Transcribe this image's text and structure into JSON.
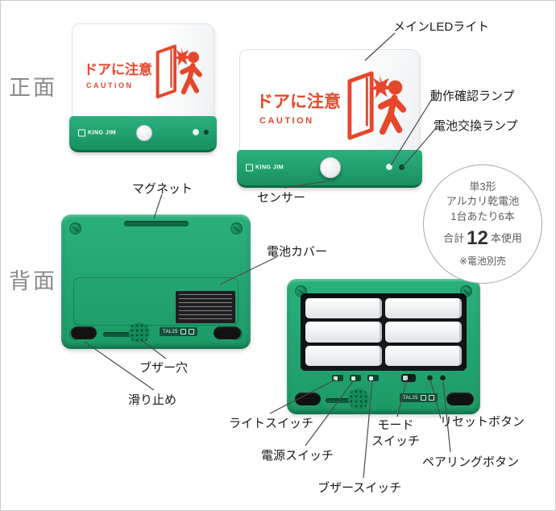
{
  "sections": {
    "front": "正面",
    "back": "背面"
  },
  "device": {
    "brand": "KING JIM",
    "caution_jp": "ドアに注意",
    "caution_en": "CAUTION",
    "model": "TAL25"
  },
  "callouts": {
    "main_led": "メインLEDライト",
    "operation_lamp": "動作確認ランプ",
    "battery_lamp": "電池交換ランプ",
    "sensor": "センサー",
    "magnet": "マグネット",
    "battery_cover": "電池カバー",
    "buzzer_hole": "ブザー穴",
    "anti_slip": "滑り止め",
    "light_switch": "ライトスイッチ",
    "power_switch": "電源スイッチ",
    "buzzer_switch": "ブザースイッチ",
    "mode_switch": "モード\nスイッチ",
    "reset_button": "リセットボタン",
    "pairing_button": "ペアリングボタン"
  },
  "battery_note": {
    "size": "単3形",
    "type": "アルカリ乾電池",
    "per_unit": "1台あたり6本",
    "total_prefix": "合計",
    "total_number": "12",
    "total_suffix": "本使用",
    "note": "※電池別売"
  },
  "colors": {
    "brand_green": "#1f9e6b",
    "caution_red": "#e5472b"
  }
}
